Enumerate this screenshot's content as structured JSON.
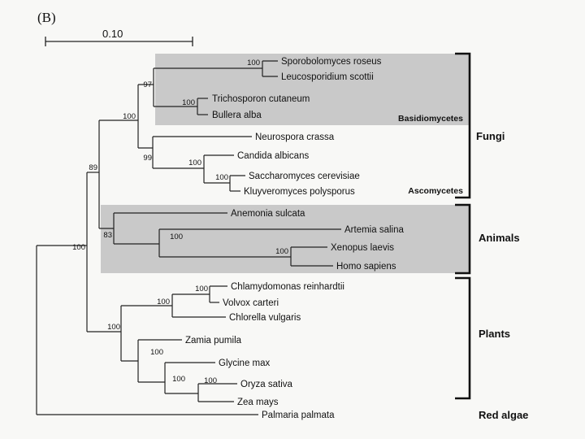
{
  "figure": {
    "panel_label": "(B)",
    "scale_label": "0.10"
  },
  "taxa": [
    {
      "id": "sporobolomyces",
      "label": "Sporobolomyces roseus"
    },
    {
      "id": "leucosporidium",
      "label": "Leucosporidium scottii"
    },
    {
      "id": "trichosporon",
      "label": "Trichosporon cutaneum"
    },
    {
      "id": "bullera",
      "label": "Bullera alba"
    },
    {
      "id": "neurospora",
      "label": "Neurospora crassa"
    },
    {
      "id": "candida",
      "label": "Candida albicans"
    },
    {
      "id": "saccharomyces",
      "label": "Saccharomyces cerevisiae"
    },
    {
      "id": "kluyveromyces",
      "label": "Kluyveromyces polysporus"
    },
    {
      "id": "anemonia",
      "label": "Anemonia sulcata"
    },
    {
      "id": "artemia",
      "label": "Artemia salina"
    },
    {
      "id": "xenopus",
      "label": "Xenopus laevis"
    },
    {
      "id": "homo",
      "label": "Homo sapiens"
    },
    {
      "id": "chlamydomonas",
      "label": "Chlamydomonas reinhardtii"
    },
    {
      "id": "volvox",
      "label": "Volvox carteri"
    },
    {
      "id": "chlorella",
      "label": "Chlorella vulgaris"
    },
    {
      "id": "zamia",
      "label": "Zamia pumila"
    },
    {
      "id": "glycine",
      "label": "Glycine max"
    },
    {
      "id": "oryza",
      "label": "Oryza sativa"
    },
    {
      "id": "zea",
      "label": "Zea mays"
    },
    {
      "id": "palmaria",
      "label": "Palmaria palmata"
    }
  ],
  "bootstrap": [
    {
      "id": "b-sporo-leuco",
      "value": "100"
    },
    {
      "id": "b-basidio-top",
      "value": "97"
    },
    {
      "id": "b-tricho-bullera",
      "value": "100"
    },
    {
      "id": "b-fungi",
      "value": "100"
    },
    {
      "id": "b-ascomycetes",
      "value": "99"
    },
    {
      "id": "b-candida-sacch",
      "value": "100"
    },
    {
      "id": "b-sacch-kluy",
      "value": "100"
    },
    {
      "id": "b-fungi-animals",
      "value": "89"
    },
    {
      "id": "b-animals",
      "value": "83"
    },
    {
      "id": "b-artemia-vert",
      "value": "100"
    },
    {
      "id": "b-xenopus-homo",
      "value": "100"
    },
    {
      "id": "b-ingroup",
      "value": "100"
    },
    {
      "id": "b-chlamy-volvox",
      "value": "100"
    },
    {
      "id": "b-green-algae",
      "value": "100"
    },
    {
      "id": "b-plants",
      "value": "100"
    },
    {
      "id": "b-land-plants",
      "value": "100"
    },
    {
      "id": "b-glycine-monocot",
      "value": "100"
    },
    {
      "id": "b-oryza-zea",
      "value": "100"
    }
  ],
  "subgroups": {
    "basidiomycetes": "Basidiomycetes",
    "ascomycetes": "Ascomycetes"
  },
  "groups": {
    "fungi": "Fungi",
    "animals": "Animals",
    "plants": "Plants",
    "red_algae": "Red algae"
  },
  "colors": {
    "shade": "#c9c9c9",
    "line": "#222222",
    "background": "#f8f8f6"
  }
}
